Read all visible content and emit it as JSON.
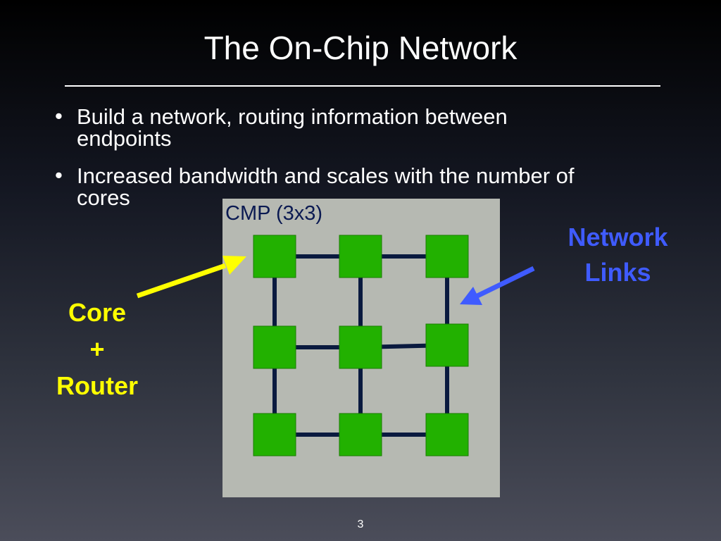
{
  "slide": {
    "title": "The On-Chip Network",
    "bullets": [
      {
        "line1": "Build a network, routing information between",
        "line2": "endpoints"
      },
      {
        "line1": "Increased bandwidth and scales with the number of",
        "line2": "cores"
      }
    ],
    "page_number": "3"
  },
  "diagram": {
    "cmp_label": "CMP (3x3)",
    "core_router_label": {
      "line1": "Core",
      "line2": "+",
      "line3": "Router"
    },
    "network_links_label": {
      "line1": "Network",
      "line2": "Links"
    },
    "grid": {
      "rows": 3,
      "cols": 3
    },
    "nodes": [
      "r0c0",
      "r0c1",
      "r0c2",
      "r1c0",
      "r1c1",
      "r1c2",
      "r2c0",
      "r2c1",
      "r2c2"
    ]
  },
  "colors": {
    "node_fill": "#22b100",
    "link_color": "#0a1a3f",
    "chip_background": "#b6b9b2",
    "core_label": "#ffff00",
    "links_label": "#3f5bff",
    "yellow_arrow": "#ffff00",
    "blue_arrow": "#3f5bff"
  }
}
